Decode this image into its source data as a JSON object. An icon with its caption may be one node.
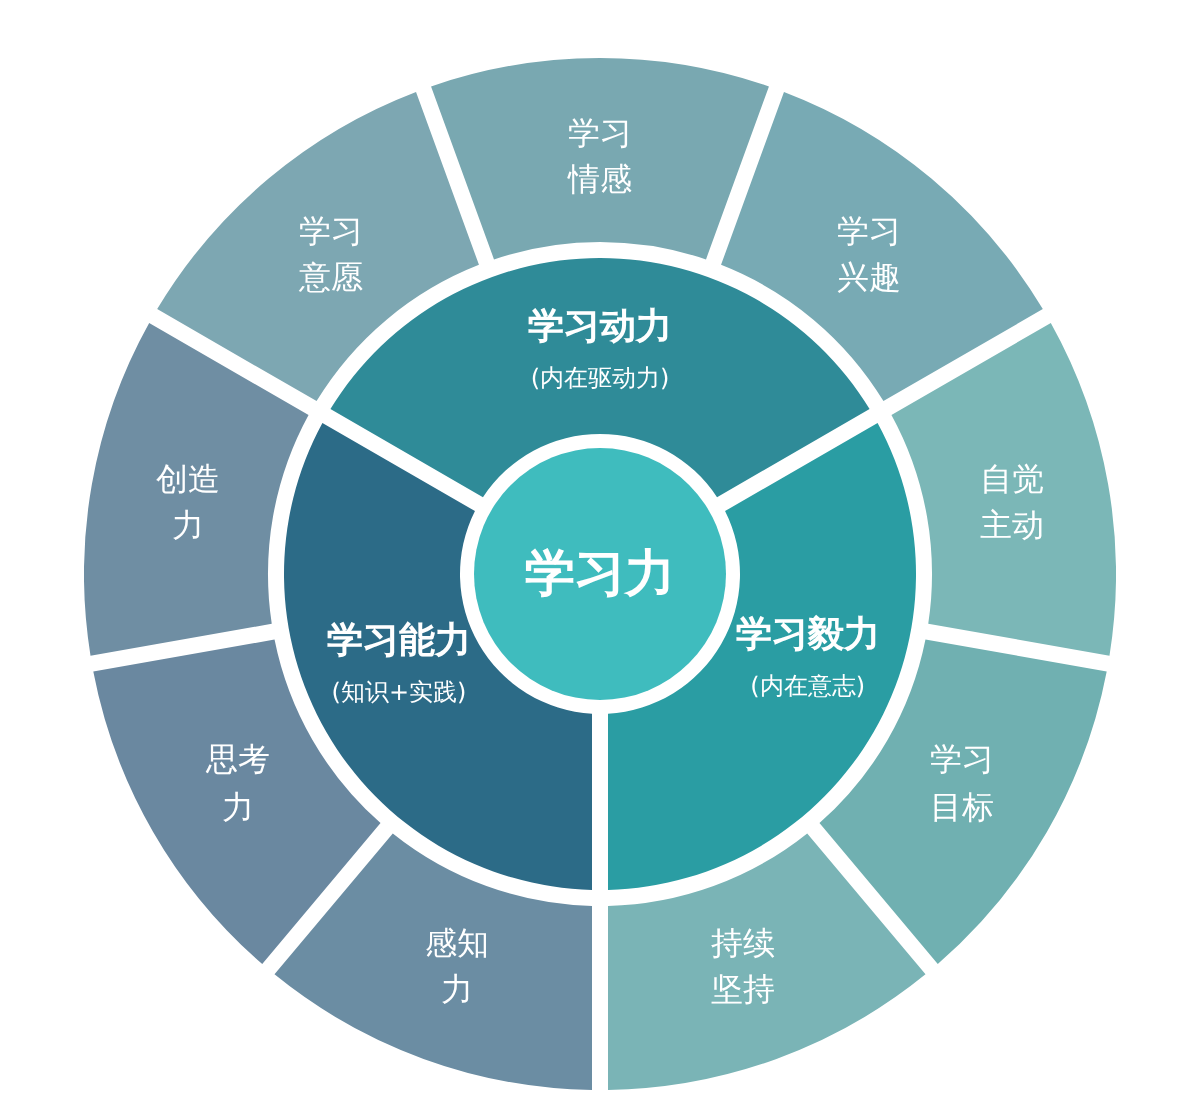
{
  "diagram": {
    "nodes": [
      {
        "text": [
          "学习情感"
        ]
      },
      {
        "text": [
          "学习兴趣"
        ]
      },
      {
        "text": [
          "自觉主动"
        ]
      },
      {
        "text": [
          "学习目标"
        ]
      },
      {
        "text": [
          "持续坚持"
        ]
      },
      {
        "text": [
          "感知力"
        ]
      },
      {
        "text": [
          "思考力"
        ]
      },
      {
        "text": [
          "创造力"
        ]
      },
      {
        "text": [
          "学习意愿"
        ]
      },
      {
        "text": [
          "学习动力",
          "(内在驱动力)"
        ]
      },
      {
        "text": [
          "学习能力",
          "(知识+实践)"
        ]
      },
      {
        "text": [
          "学习毅力",
          "(内在意志)"
        ]
      },
      {
        "text": [
          "学习力"
        ]
      }
    ]
  }
}
